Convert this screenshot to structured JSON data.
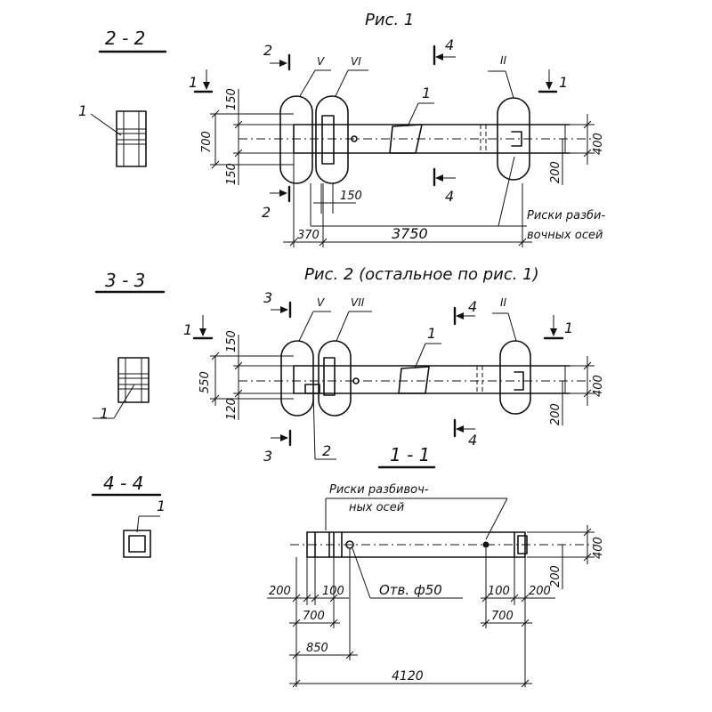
{
  "sections": {
    "s22": "2 - 2",
    "s33": "3 - 3",
    "s44": "4 - 4",
    "s11": "1 - 1"
  },
  "fig1": {
    "title": "Рис. 1",
    "cut_labels": [
      "1",
      "1",
      "2",
      "2",
      "4",
      "4"
    ],
    "callouts": [
      "V",
      "VI",
      "II",
      "1"
    ],
    "dims": [
      "150",
      "700",
      "150",
      "150",
      "400",
      "200",
      "370",
      "3750"
    ],
    "note_line1": "Риски разби-",
    "note_line2": "вочных осей"
  },
  "fig2": {
    "title": "Рис. 2 (остальное по рис. 1)",
    "cut_labels": [
      "1",
      "1",
      "3",
      "3",
      "4",
      "4"
    ],
    "callouts": [
      "V",
      "VII",
      "II",
      "1",
      "2"
    ],
    "dims": [
      "150",
      "550",
      "120",
      "400",
      "200"
    ]
  },
  "sec11": {
    "note_line1": "Риски разбивоч-",
    "note_line2": "ных осей",
    "hole": "Отв. ф50",
    "dims": [
      "400",
      "200",
      "200",
      "100",
      "100",
      "200",
      "700",
      "700",
      "850",
      "4120"
    ]
  },
  "left_callouts": [
    "1",
    "1",
    "1"
  ]
}
